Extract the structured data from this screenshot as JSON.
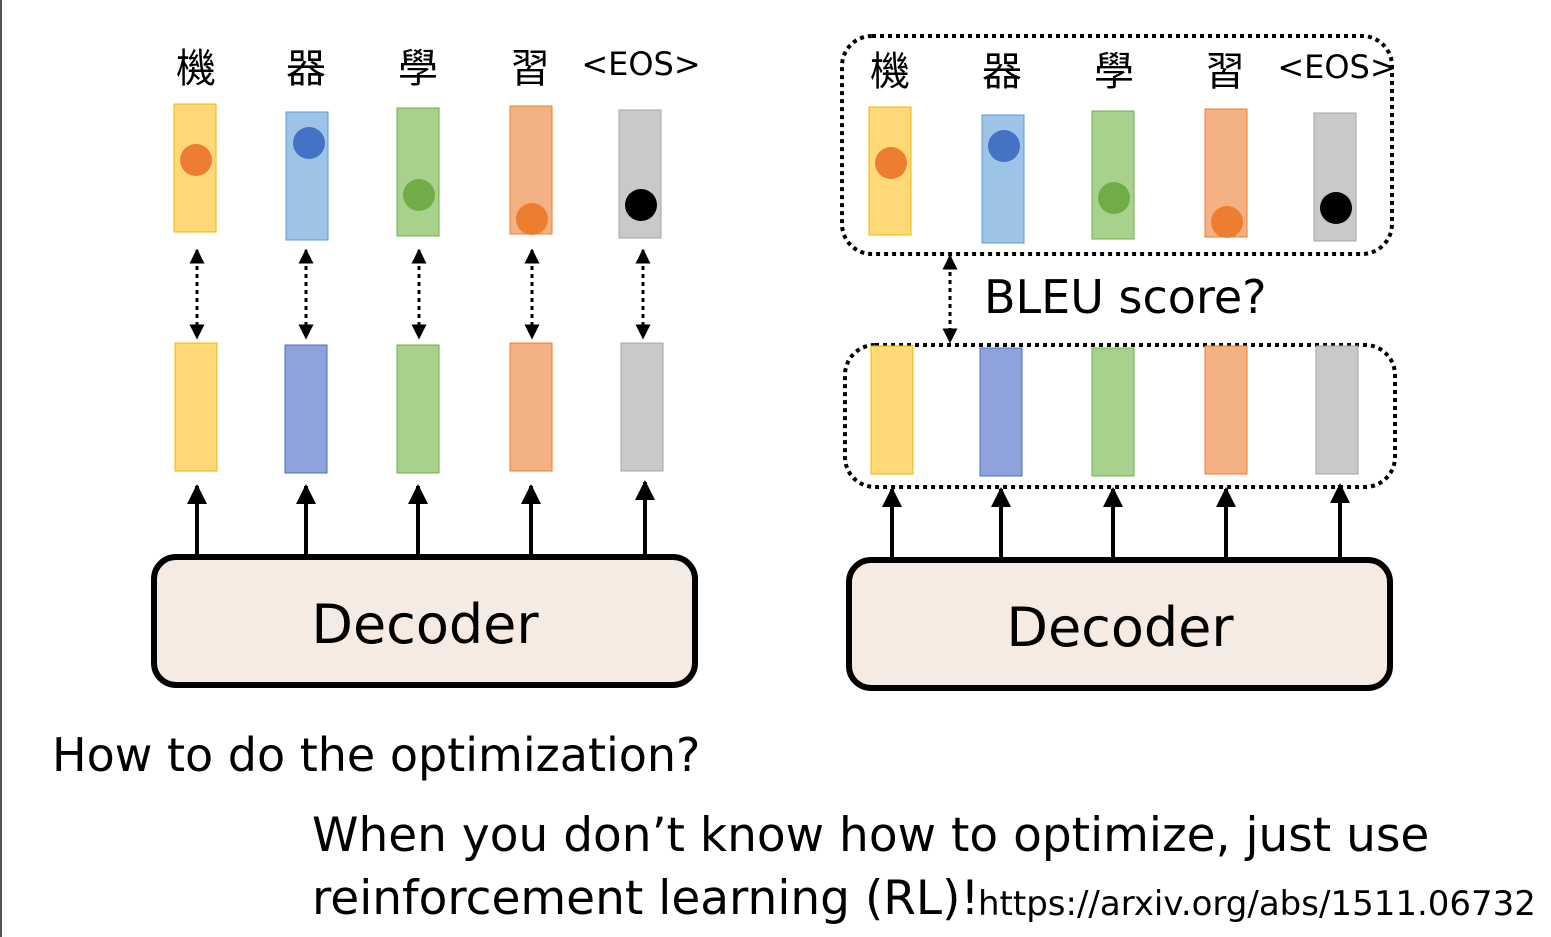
{
  "tokens": [
    "機",
    "器",
    "學",
    "習",
    "<EOS>"
  ],
  "decoder_label": "Decoder",
  "bleu_label": "BLEU score?",
  "question": "How to do the optimization?",
  "answer_line1": "When you don’t know how to optimize, just use",
  "answer_line2": "reinforcement learning (RL)!",
  "reference_url": "https://arxiv.org/abs/1511.06732",
  "colors": {
    "yellow_bar": "#ffd978",
    "blue_bar": "#9dc3e6",
    "green_bar": "#a9d18e",
    "orange_bar": "#f4b183",
    "gray_bar": "#c9c9c9",
    "indigo_bar": "#8fa2dc",
    "orange_dot": "#ed7d31",
    "blue_dot": "#4472c4",
    "green_dot": "#70ad47",
    "black_dot": "#000000",
    "decoder_fill": "#f6ebe3"
  }
}
